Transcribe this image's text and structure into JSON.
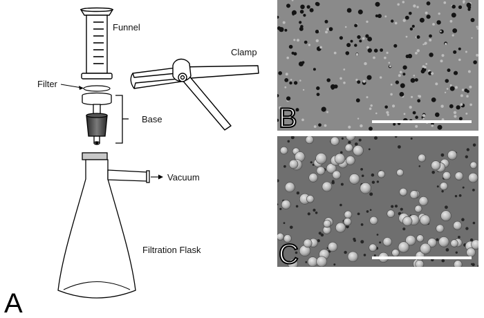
{
  "labels": {
    "funnel": "Funnel",
    "clamp": "Clamp",
    "filter": "Filter",
    "base": "Base",
    "vacuum": "Vacuum",
    "flask": "Filtration Flask"
  },
  "panels": {
    "a": "A",
    "b": "B",
    "c": "C"
  },
  "micrograph_top": {
    "description_color": "#8a8a8a",
    "scale_bar_color": "#ffffff"
  },
  "micrograph_bottom": {
    "description_color": "#6f6f6f",
    "scale_bar_color": "#ffffff"
  }
}
